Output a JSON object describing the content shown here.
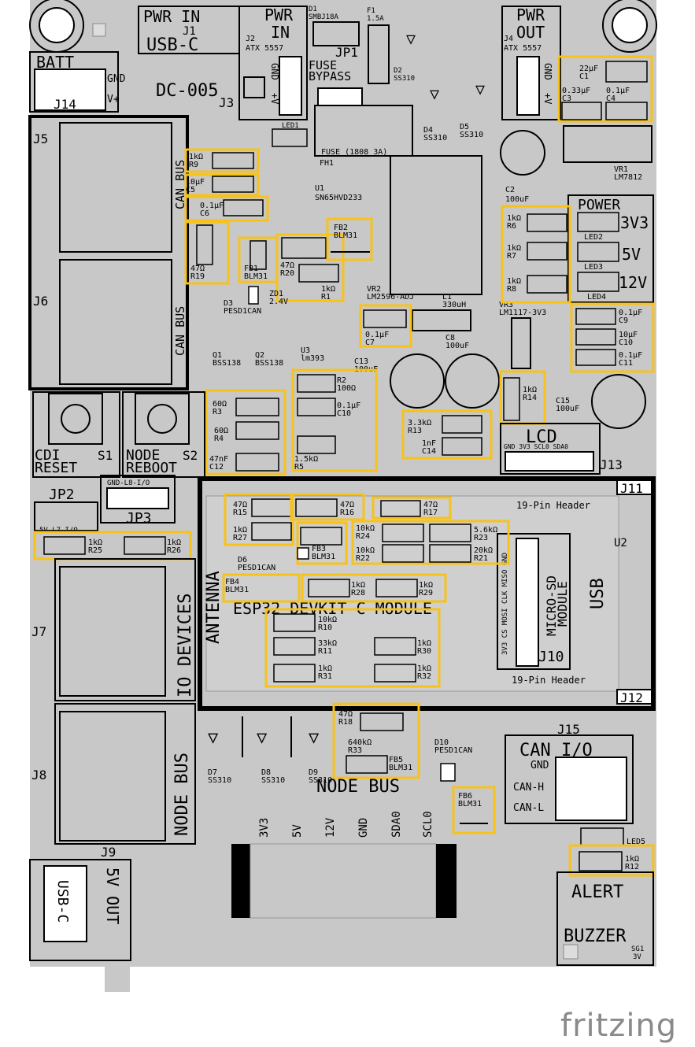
{
  "board": {
    "top_connectors": {
      "pwr_in_usbc": [
        "PWR IN",
        "J1",
        "USB-C"
      ],
      "dc005": "DC-005",
      "j3": "J3",
      "pwr_in_atx": [
        "PWR",
        "IN"
      ],
      "j2_label": "J2",
      "j2_type": "ATX 5557",
      "j2_pins": [
        "GND",
        "+V"
      ],
      "pwr_out": [
        "PWR",
        "OUT"
      ],
      "j4_label": "J4",
      "j4_type": "ATX 5557",
      "j4_pins": [
        "GND",
        "+V"
      ],
      "batt": "BATT",
      "j14": "J14",
      "batt_pins": [
        "GND",
        "V+"
      ]
    },
    "power_section": {
      "d1": [
        "D1",
        "SMBJ18A"
      ],
      "f1": [
        "F1",
        "1.5A"
      ],
      "jp1": [
        "JP1",
        "FUSE",
        "BYPASS"
      ],
      "d2": [
        "D2",
        "SS310"
      ],
      "d4": [
        "D4",
        "SS310"
      ],
      "d5": [
        "D5",
        "SS310"
      ],
      "fh1": [
        "FUSE (1808 3A)",
        "FH1"
      ],
      "led1": "LED1",
      "u1": [
        "U1",
        "SN65HVD233"
      ],
      "c1": [
        "22µF",
        "C1"
      ],
      "c3": [
        "0.33µF",
        "C3"
      ],
      "c4": [
        "0.1µF",
        "C4"
      ],
      "vr1": [
        "VR1",
        "LM7812"
      ],
      "c2": [
        "C2",
        "100uF"
      ],
      "vr2": [
        "VR2",
        "LM2596-ADJ"
      ],
      "l1": [
        "L1",
        "330uH"
      ],
      "vr3": [
        "VR3",
        "LM1117-3V3"
      ],
      "c7": [
        "0.1µF",
        "C7"
      ],
      "c8": [
        "C8",
        "100uF"
      ],
      "c13": [
        "C13",
        "100uF"
      ],
      "c15": [
        "C15",
        "100uF"
      ],
      "r14": [
        "1kΩ",
        "R14"
      ]
    },
    "power_leds": {
      "title": "POWER",
      "rows": [
        {
          "res": [
            "1kΩ",
            "R6"
          ],
          "led": "LED2",
          "rail": "3V3"
        },
        {
          "res": [
            "1kΩ",
            "R7"
          ],
          "led": "LED3",
          "rail": "5V"
        },
        {
          "res": [
            "1kΩ",
            "R8"
          ],
          "led": "LED4",
          "rail": "12V"
        }
      ],
      "caps": [
        [
          "0.1µF",
          "C9"
        ],
        [
          "10µF",
          "C10"
        ],
        [
          "0.1µF",
          "C11"
        ]
      ]
    },
    "can_section": {
      "j5": "J5",
      "j6": "J6",
      "can_bus": "CAN BUS",
      "r9": [
        "1kΩ",
        "R9"
      ],
      "c5": [
        "10µF",
        "C5"
      ],
      "c6": [
        "0.1µF",
        "C6"
      ],
      "r19": [
        "47Ω",
        "R19"
      ],
      "fb1": [
        "FB1",
        "BLM31"
      ],
      "fb2": [
        "FB2",
        "BLM31"
      ],
      "r20": [
        "47Ω",
        "R20"
      ],
      "r1": [
        "1kΩ",
        "R1"
      ],
      "zd1": [
        "ZD1",
        "2.4V"
      ],
      "d3": [
        "D3",
        "PESD1CAN"
      ],
      "q1": [
        "Q1",
        "BSS138"
      ],
      "q2": [
        "Q2",
        "BSS138"
      ],
      "u3": [
        "U3",
        "lm393"
      ]
    },
    "mid_section": {
      "r3": [
        "60Ω",
        "R3"
      ],
      "r4": [
        "60Ω",
        "R4"
      ],
      "c12": [
        "47nF",
        "C12"
      ],
      "r2": [
        "R2",
        "100Ω"
      ],
      "c10b": [
        "0.1µF",
        "C10"
      ],
      "r5": [
        "1.5kΩ",
        "R5"
      ],
      "r13": [
        "3.3kΩ",
        "R13"
      ],
      "c14": [
        "1nF",
        "C14"
      ],
      "lcd": "LCD",
      "lcd_pins": "GND 3V3  SCL0 SDA0",
      "j13": "J13"
    },
    "buttons": [
      {
        "line1": "CDI",
        "line2": "RESET",
        "ref": "S1"
      },
      {
        "line1": "NODE",
        "line2": "REBOOT",
        "ref": "S2"
      }
    ],
    "jumpers": {
      "jp2": "JP2",
      "jp2_pins": "5V-L7-I/O",
      "jp3": "JP3",
      "jp3_pins": "GND-L8-I/O",
      "r25": [
        "1kΩ",
        "R25"
      ],
      "r26": [
        "1kΩ",
        "R26"
      ]
    },
    "esp32": {
      "j11": "J11",
      "j12": "J12",
      "header_top": "19-Pin Header",
      "header_bottom": "19-Pin Header",
      "u2": "U2",
      "antenna": "ANTENNA",
      "module": "ESP32 DEVKIT-C MODULE",
      "usb": "USB",
      "sd_lines": [
        "MICRO-SD",
        "MODULE"
      ],
      "sd_pins": "3V3 CS MOSI CLK MISO GND",
      "j10": "J10",
      "r15": [
        "47Ω",
        "R15"
      ],
      "r16": [
        "47Ω",
        "R16"
      ],
      "r17": [
        "47Ω",
        "R17"
      ],
      "r27": [
        "1kΩ",
        "R27"
      ],
      "r24": [
        "10kΩ",
        "R24"
      ],
      "r22": [
        "10kΩ",
        "R22"
      ],
      "r23": [
        "5.6kΩ",
        "R23"
      ],
      "r21": [
        "20kΩ",
        "R21"
      ],
      "fb3": [
        "FB3",
        "BLM31"
      ],
      "d6": [
        "D6",
        "PESD1CAN"
      ],
      "fb4": [
        "FB4",
        "BLM31"
      ],
      "r28": [
        "1kΩ",
        "R28"
      ],
      "r29": [
        "1kΩ",
        "R29"
      ],
      "r10": [
        "10kΩ",
        "R10"
      ],
      "r11": [
        "33kΩ",
        "R11"
      ],
      "r31": [
        "1kΩ",
        "R31"
      ],
      "r30": [
        "1kΩ",
        "R30"
      ],
      "r32": [
        "1kΩ",
        "R32"
      ]
    },
    "lower_left": {
      "j7": "J7",
      "io_devices": "IO DEVICES",
      "j8": "J8",
      "node_bus": "NODE BUS",
      "j9": "J9",
      "usbc": "USB-C",
      "out_5v": "5V OUT"
    },
    "node_bus": {
      "title": "NODE BUS",
      "d7": [
        "D7",
        "SS310"
      ],
      "d8": [
        "D8",
        "SS310"
      ],
      "d9": [
        "D9",
        "SS310"
      ],
      "r18": [
        "47Ω",
        "R18"
      ],
      "r33": [
        "640kΩ",
        "R33"
      ],
      "fb5": [
        "FB5",
        "BLM31"
      ],
      "d10": [
        "D10",
        "PESD1CAN"
      ],
      "fb6": [
        "FB6",
        "BLM31"
      ],
      "pins": [
        "3V3",
        "5V",
        "12V",
        "GND",
        "SDA0",
        "SCL0"
      ]
    },
    "can_io": {
      "j15": "J15",
      "title": "CAN I/O",
      "pins": [
        "GND",
        "CAN-H",
        "CAN-L"
      ],
      "led5": "LED5",
      "r12": [
        "1kΩ",
        "R12"
      ]
    },
    "alert": {
      "line1": "ALERT",
      "line2": "BUZZER",
      "sg1": [
        "SG1",
        "3V"
      ]
    }
  },
  "watermark": "fritzing"
}
